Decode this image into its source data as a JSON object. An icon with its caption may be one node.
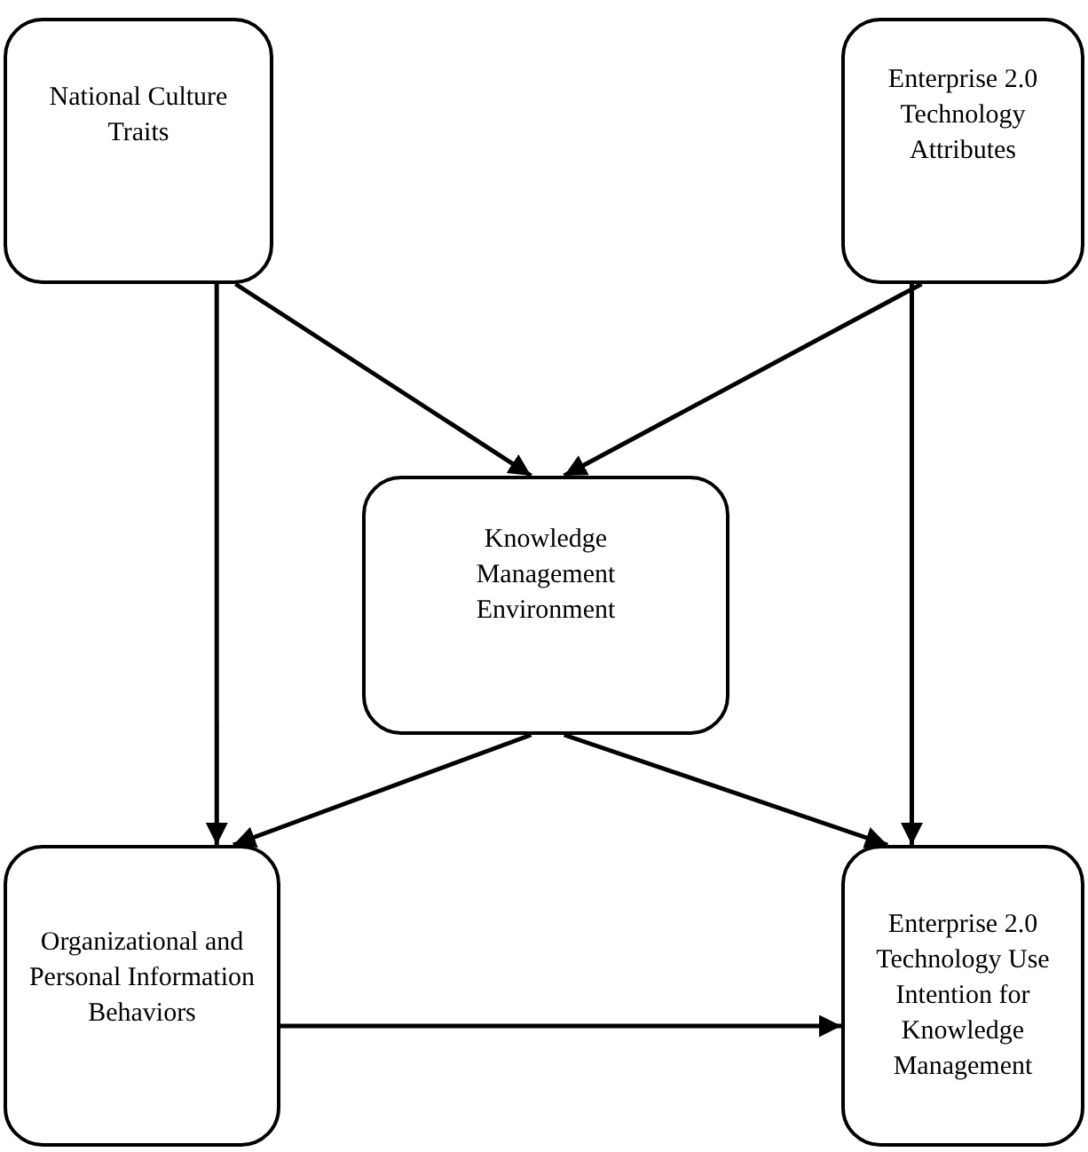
{
  "diagram": {
    "nodes": [
      {
        "text": [
          "National Culture Traits"
        ]
      },
      {
        "text": [
          "Enterprise 2.0 Technology Attributes"
        ]
      },
      {
        "text": [
          "Knowledge Management Environment"
        ]
      },
      {
        "text": [
          "Organizational and Personal Information Behaviors"
        ]
      },
      {
        "text": [
          "Enterprise 2.0 Technology Use Intention for Knowledge Management"
        ]
      }
    ],
    "edges": [
      {
        "from": 0,
        "to": 3,
        "arrow": "to"
      },
      {
        "from": 0,
        "to": 2,
        "arrow": "to"
      },
      {
        "from": 1,
        "to": 2,
        "arrow": "to"
      },
      {
        "from": 1,
        "to": 4,
        "arrow": "to"
      },
      {
        "from": 2,
        "to": 3,
        "arrow": "to"
      },
      {
        "from": 2,
        "to": 4,
        "arrow": "to"
      },
      {
        "from": 3,
        "to": 4,
        "arrow": "to"
      }
    ]
  }
}
